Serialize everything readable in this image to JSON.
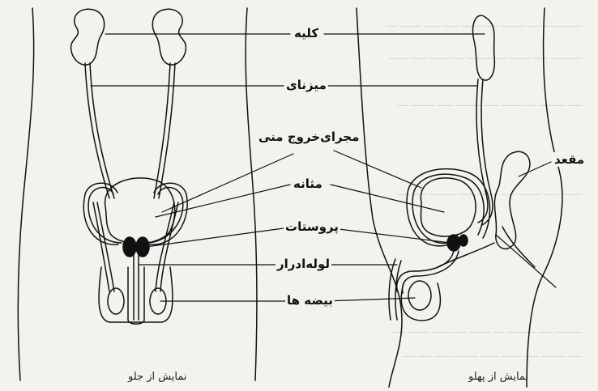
{
  "labels": {
    "kidney": "کلیه",
    "ureter": "میزنای",
    "vas_deferens": "مجرای‌خروج منی",
    "bladder": "مثانه",
    "prostate": "پروستات",
    "urethra": "لوله‌ادرار",
    "testis": "بیضه ها",
    "rectum": "مقعد"
  },
  "captions": {
    "front_view": "نمایش از جلو",
    "side_view": "نمایش از پهلو"
  },
  "colors": {
    "ink": "#111111",
    "background": "#f3f2ee",
    "bleed_through": "#d9d7d1"
  }
}
